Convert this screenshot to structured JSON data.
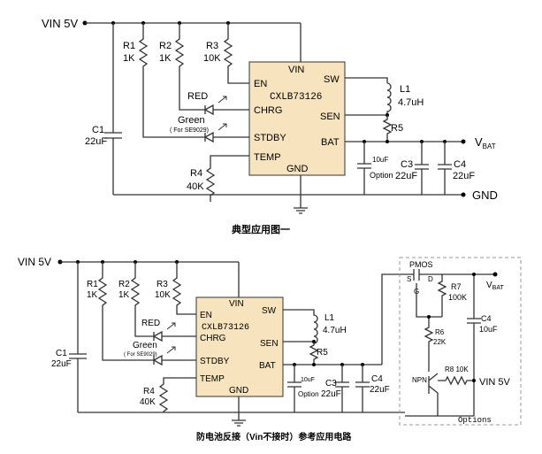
{
  "diagram1": {
    "vin": "VIN 5V",
    "chip_name": "CXLB73126",
    "pins": {
      "vin": "VIN",
      "en": "EN",
      "chrg": "CHRG",
      "stdby": "STDBY",
      "temp": "TEMP",
      "sw": "SW",
      "sen": "SEN",
      "bat": "BAT",
      "gnd": "GND"
    },
    "r1": [
      "R1",
      "1K"
    ],
    "r2": [
      "R2",
      "1K"
    ],
    "r3": [
      "R3",
      "10K"
    ],
    "r4": [
      "R4",
      "40K"
    ],
    "r5": "R5",
    "c1": [
      "C1",
      "22uF"
    ],
    "c3": [
      "C3",
      "22uF"
    ],
    "c4": [
      "C4",
      "22uF"
    ],
    "cap_opt": [
      "10uF",
      "Option"
    ],
    "l1": [
      "L1",
      "4.7uH"
    ],
    "red": "RED",
    "green": "Green",
    "green_note": "( For SE9029)",
    "vbat_main": "V",
    "vbat_sub": "BAT",
    "gnd": "GND",
    "caption": "典型应用图一"
  },
  "diagram2": {
    "vin": "VIN 5V",
    "chip_name": "CXLB73126",
    "pins": {
      "vin": "VIN",
      "en": "EN",
      "chrg": "CHRG",
      "stdby": "STDBY",
      "temp": "TEMP",
      "sw": "SW",
      "sen": "SEN",
      "bat": "BAT",
      "gnd": "GND"
    },
    "r1": [
      "R1",
      "1K"
    ],
    "r2": [
      "R2",
      "1K"
    ],
    "r3": [
      "R3",
      "10K"
    ],
    "r4": [
      "R4",
      "40K"
    ],
    "r5": "R5",
    "c1": [
      "C1",
      "22uF"
    ],
    "c3": [
      "C3",
      "22uF"
    ],
    "c4": [
      "C4",
      "22uF"
    ],
    "cap_opt": [
      "10uF",
      "Option"
    ],
    "l1": [
      "L1",
      "4.7uH"
    ],
    "red": "RED",
    "green": "Green",
    "green_note": "( For SE9029)",
    "options": {
      "pmos": "PMOS",
      "s": "S",
      "d": "D",
      "g": "G",
      "r7": [
        "R7",
        "100K"
      ],
      "r6": [
        "R6",
        "22K"
      ],
      "r8": "R8 10K",
      "npn": "NPN",
      "vin": "VIN 5V",
      "c4": [
        "C4",
        "10uF"
      ],
      "vbat_main": "V",
      "vbat_sub": "BAT",
      "title": "Options"
    },
    "caption": "防电池反接（Vin不接时）参考应用电路"
  }
}
